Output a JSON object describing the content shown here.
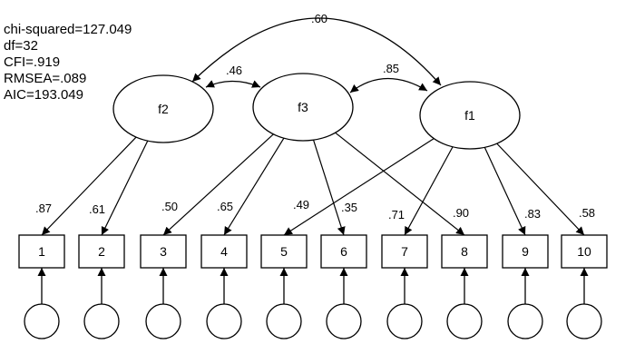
{
  "fit_stats": [
    "chi-squared=127.049",
    "df=32",
    "CFI=.919",
    "RMSEA=.089",
    "AIC=193.049"
  ],
  "factors": [
    {
      "id": "f2",
      "label": "f2"
    },
    {
      "id": "f3",
      "label": "f3"
    },
    {
      "id": "f1",
      "label": "f1"
    }
  ],
  "indicators": [
    {
      "id": "x1",
      "label": "1"
    },
    {
      "id": "x2",
      "label": "2"
    },
    {
      "id": "x3",
      "label": "3"
    },
    {
      "id": "x4",
      "label": "4"
    },
    {
      "id": "x5",
      "label": "5"
    },
    {
      "id": "x6",
      "label": "6"
    },
    {
      "id": "x7",
      "label": "7"
    },
    {
      "id": "x8",
      "label": "8"
    },
    {
      "id": "x9",
      "label": "9"
    },
    {
      "id": "x10",
      "label": "10"
    }
  ],
  "loadings": [
    {
      "from": "f2",
      "to": "x1",
      "label": ".87"
    },
    {
      "from": "f2",
      "to": "x2",
      "label": ".61"
    },
    {
      "from": "f3",
      "to": "x3",
      "label": ".50"
    },
    {
      "from": "f3",
      "to": "x4",
      "label": ".65"
    },
    {
      "from": "f1",
      "to": "x5",
      "label": ".49"
    },
    {
      "from": "f3",
      "to": "x6",
      "label": ".35"
    },
    {
      "from": "f1",
      "to": "x7",
      "label": ".71"
    },
    {
      "from": "f3",
      "to": "x8",
      "label": ".90"
    },
    {
      "from": "f1",
      "to": "x9",
      "label": ".83"
    },
    {
      "from": "f1",
      "to": "x10",
      "label": ".58"
    }
  ],
  "correlations": [
    {
      "a": "f2",
      "b": "f1",
      "label": ".60"
    },
    {
      "a": "f2",
      "b": "f3",
      "label": ".46"
    },
    {
      "a": "f3",
      "b": "f1",
      "label": ".85"
    }
  ],
  "colors": {
    "stroke": "#000000",
    "background": "#ffffff"
  }
}
